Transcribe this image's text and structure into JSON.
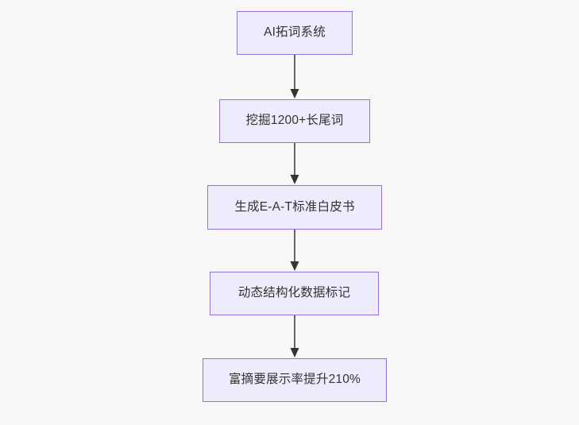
{
  "diagram": {
    "type": "flowchart",
    "direction": "top-to-bottom",
    "background_color": "#f8f8f8",
    "node_fill_color": "#ececfc",
    "node_border_color": "#9370db",
    "node_text_color": "#333333",
    "edge_line_color": "#666666",
    "edge_arrow_color": "#333333",
    "nodes": [
      {
        "id": "n1",
        "label": "AI拓词系统"
      },
      {
        "id": "n2",
        "label": "挖掘1200+长尾词"
      },
      {
        "id": "n3",
        "label": "生成E-A-T标准白皮书"
      },
      {
        "id": "n4",
        "label": "动态结构化数据标记"
      },
      {
        "id": "n5",
        "label": "富摘要展示率提升210%"
      }
    ],
    "edges": [
      {
        "from": "n1",
        "to": "n2",
        "label": ""
      },
      {
        "from": "n2",
        "to": "n3",
        "label": ""
      },
      {
        "from": "n3",
        "to": "n4",
        "label": ""
      },
      {
        "from": "n4",
        "to": "n5",
        "label": ""
      }
    ]
  }
}
